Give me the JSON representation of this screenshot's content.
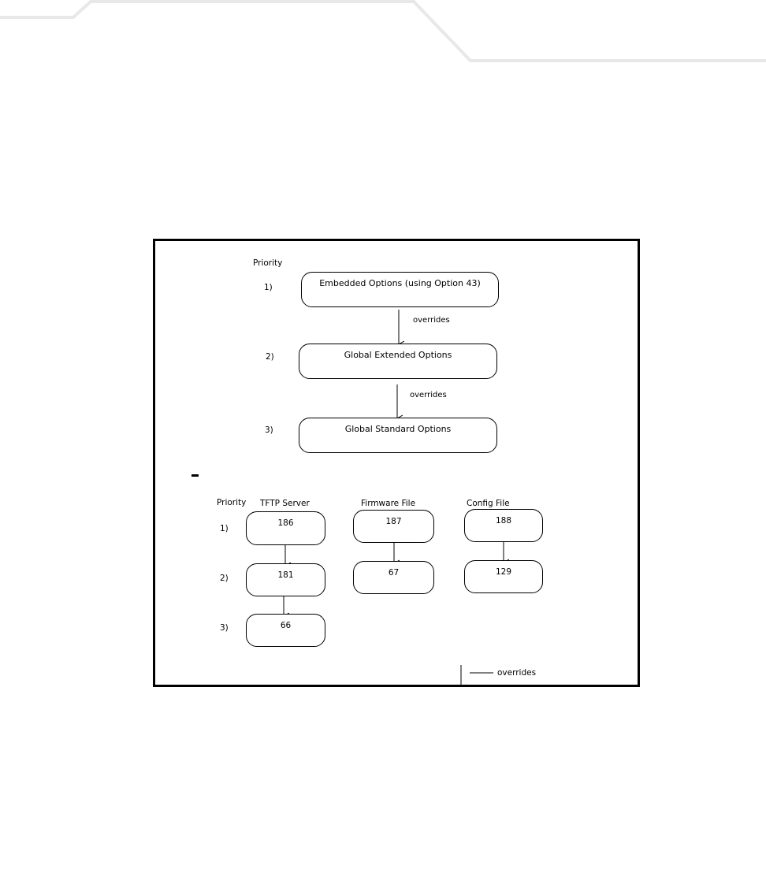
{
  "document": {
    "figure_title": "DHCP option priority diagram",
    "border_color": "#000000",
    "background_color": "#ffffff",
    "header_decoration_color": "#e8e8e8",
    "stray_dash": "-"
  },
  "option_priority_flow": {
    "priority_header": "Priority",
    "steps": [
      {
        "marker": "1)",
        "label": "Embedded Options (using Option 43)"
      },
      {
        "marker": "2)",
        "label": "Global Extended Options"
      },
      {
        "marker": "3)",
        "label": "Global Standard Options"
      }
    ],
    "arrow_labels": [
      "overrides",
      "overrides"
    ]
  },
  "option_number_table": {
    "priority_header": "Priority",
    "markers": [
      "1)",
      "2)",
      "3)"
    ],
    "columns": [
      {
        "header": "TFTP Server",
        "values": [
          "186",
          "181",
          "66"
        ]
      },
      {
        "header": "Firmware File",
        "values": [
          "187",
          "67"
        ]
      },
      {
        "header": "Config File",
        "values": [
          "188",
          "129"
        ]
      }
    ]
  },
  "legend": {
    "arrow_icon": "down-arrow-icon",
    "label": "overrides"
  }
}
